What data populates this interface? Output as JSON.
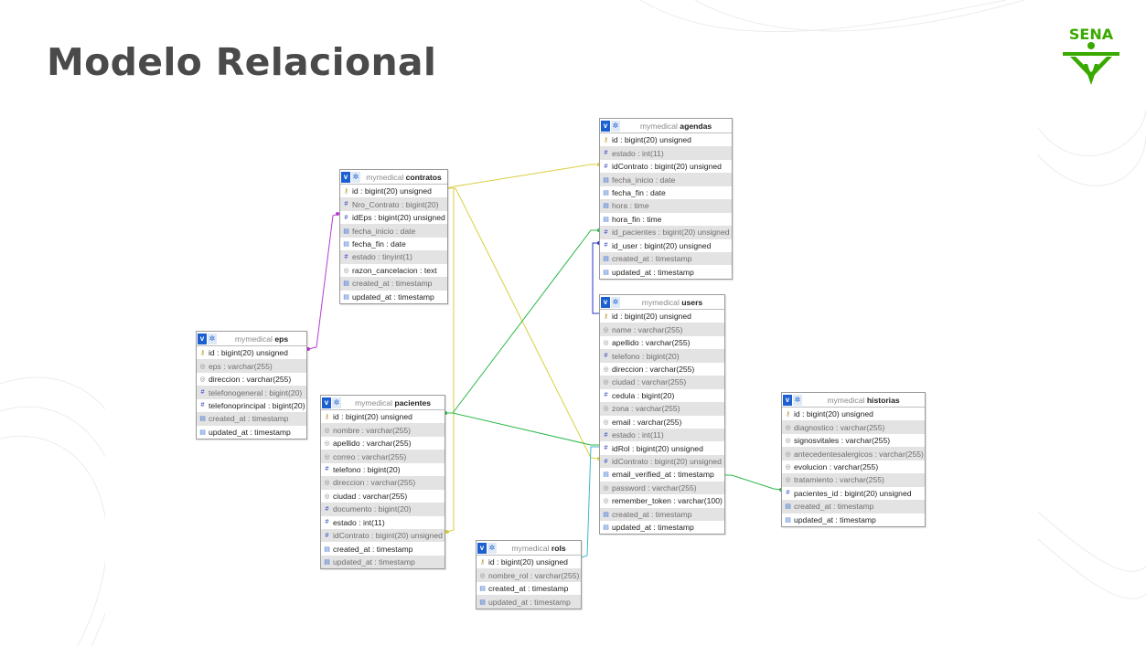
{
  "slide": {
    "title": "Modelo Relacional",
    "logo_text": "SENA"
  },
  "colors": {
    "title": "#4a4a4a",
    "logo": "#39a900",
    "header_button": "#1b5fd1",
    "row_alt": "#e3e3e3"
  },
  "tables": {
    "agendas": {
      "db": "mymedical",
      "name": "agendas",
      "cols": [
        "id : bigint(20) unsigned",
        "estado : int(11)",
        "idContrato : bigint(20) unsigned",
        "fecha_inicio : date",
        "fecha_fin : date",
        "hora : time",
        "hora_fin : time",
        "id_pacientes : bigint(20) unsigned",
        "id_user : bigint(20) unsigned",
        "created_at : timestamp",
        "updated_at : timestamp"
      ]
    },
    "contratos": {
      "db": "mymedical",
      "name": "contratos",
      "cols": [
        "id : bigint(20) unsigned",
        "Nro_Contrato : bigint(20)",
        "idEps : bigint(20) unsigned",
        "fecha_inicio : date",
        "fecha_fin : date",
        "estado : tinyint(1)",
        "razon_cancelacion : text",
        "created_at : timestamp",
        "updated_at : timestamp"
      ]
    },
    "users": {
      "db": "mymedical",
      "name": "users",
      "cols": [
        "id : bigint(20) unsigned",
        "name : varchar(255)",
        "apellido : varchar(255)",
        "telefono : bigint(20)",
        "direccion : varchar(255)",
        "ciudad : varchar(255)",
        "cedula : bigint(20)",
        "zona : varchar(255)",
        "email : varchar(255)",
        "estado : int(11)",
        "idRol : bigint(20) unsigned",
        "idContrato : bigint(20) unsigned",
        "email_verified_at : timestamp",
        "password : varchar(255)",
        "remember_token : varchar(100)",
        "created_at : timestamp",
        "updated_at : timestamp"
      ]
    },
    "eps": {
      "db": "mymedical",
      "name": "eps",
      "cols": [
        "id : bigint(20) unsigned",
        "eps : varchar(255)",
        "direccion : varchar(255)",
        "telefonogeneral : bigint(20)",
        "telefonoprincipal : bigint(20)",
        "created_at : timestamp",
        "updated_at : timestamp"
      ]
    },
    "pacientes": {
      "db": "mymedical",
      "name": "pacientes",
      "cols": [
        "id : bigint(20) unsigned",
        "nombre : varchar(255)",
        "apellido : varchar(255)",
        "correo : varchar(255)",
        "telefono : bigint(20)",
        "direccion : varchar(255)",
        "ciudad : varchar(255)",
        "documento : bigint(20)",
        "estado : int(11)",
        "idContrato : bigint(20) unsigned",
        "created_at : timestamp",
        "updated_at : timestamp"
      ]
    },
    "historias": {
      "db": "mymedical",
      "name": "historias",
      "cols": [
        "id : bigint(20) unsigned",
        "diagnostico : varchar(255)",
        "signosvitales : varchar(255)",
        "antecedentesalergicos : varchar(255)",
        "evolucion : varchar(255)",
        "tratamiento : varchar(255)",
        "pacientes_id : bigint(20) unsigned",
        "created_at : timestamp",
        "updated_at : timestamp"
      ]
    },
    "rols": {
      "db": "mymedical",
      "name": "rols",
      "cols": [
        "id : bigint(20) unsigned",
        "nombre_rol : varchar(255)",
        "created_at : timestamp",
        "updated_at : timestamp"
      ]
    }
  }
}
